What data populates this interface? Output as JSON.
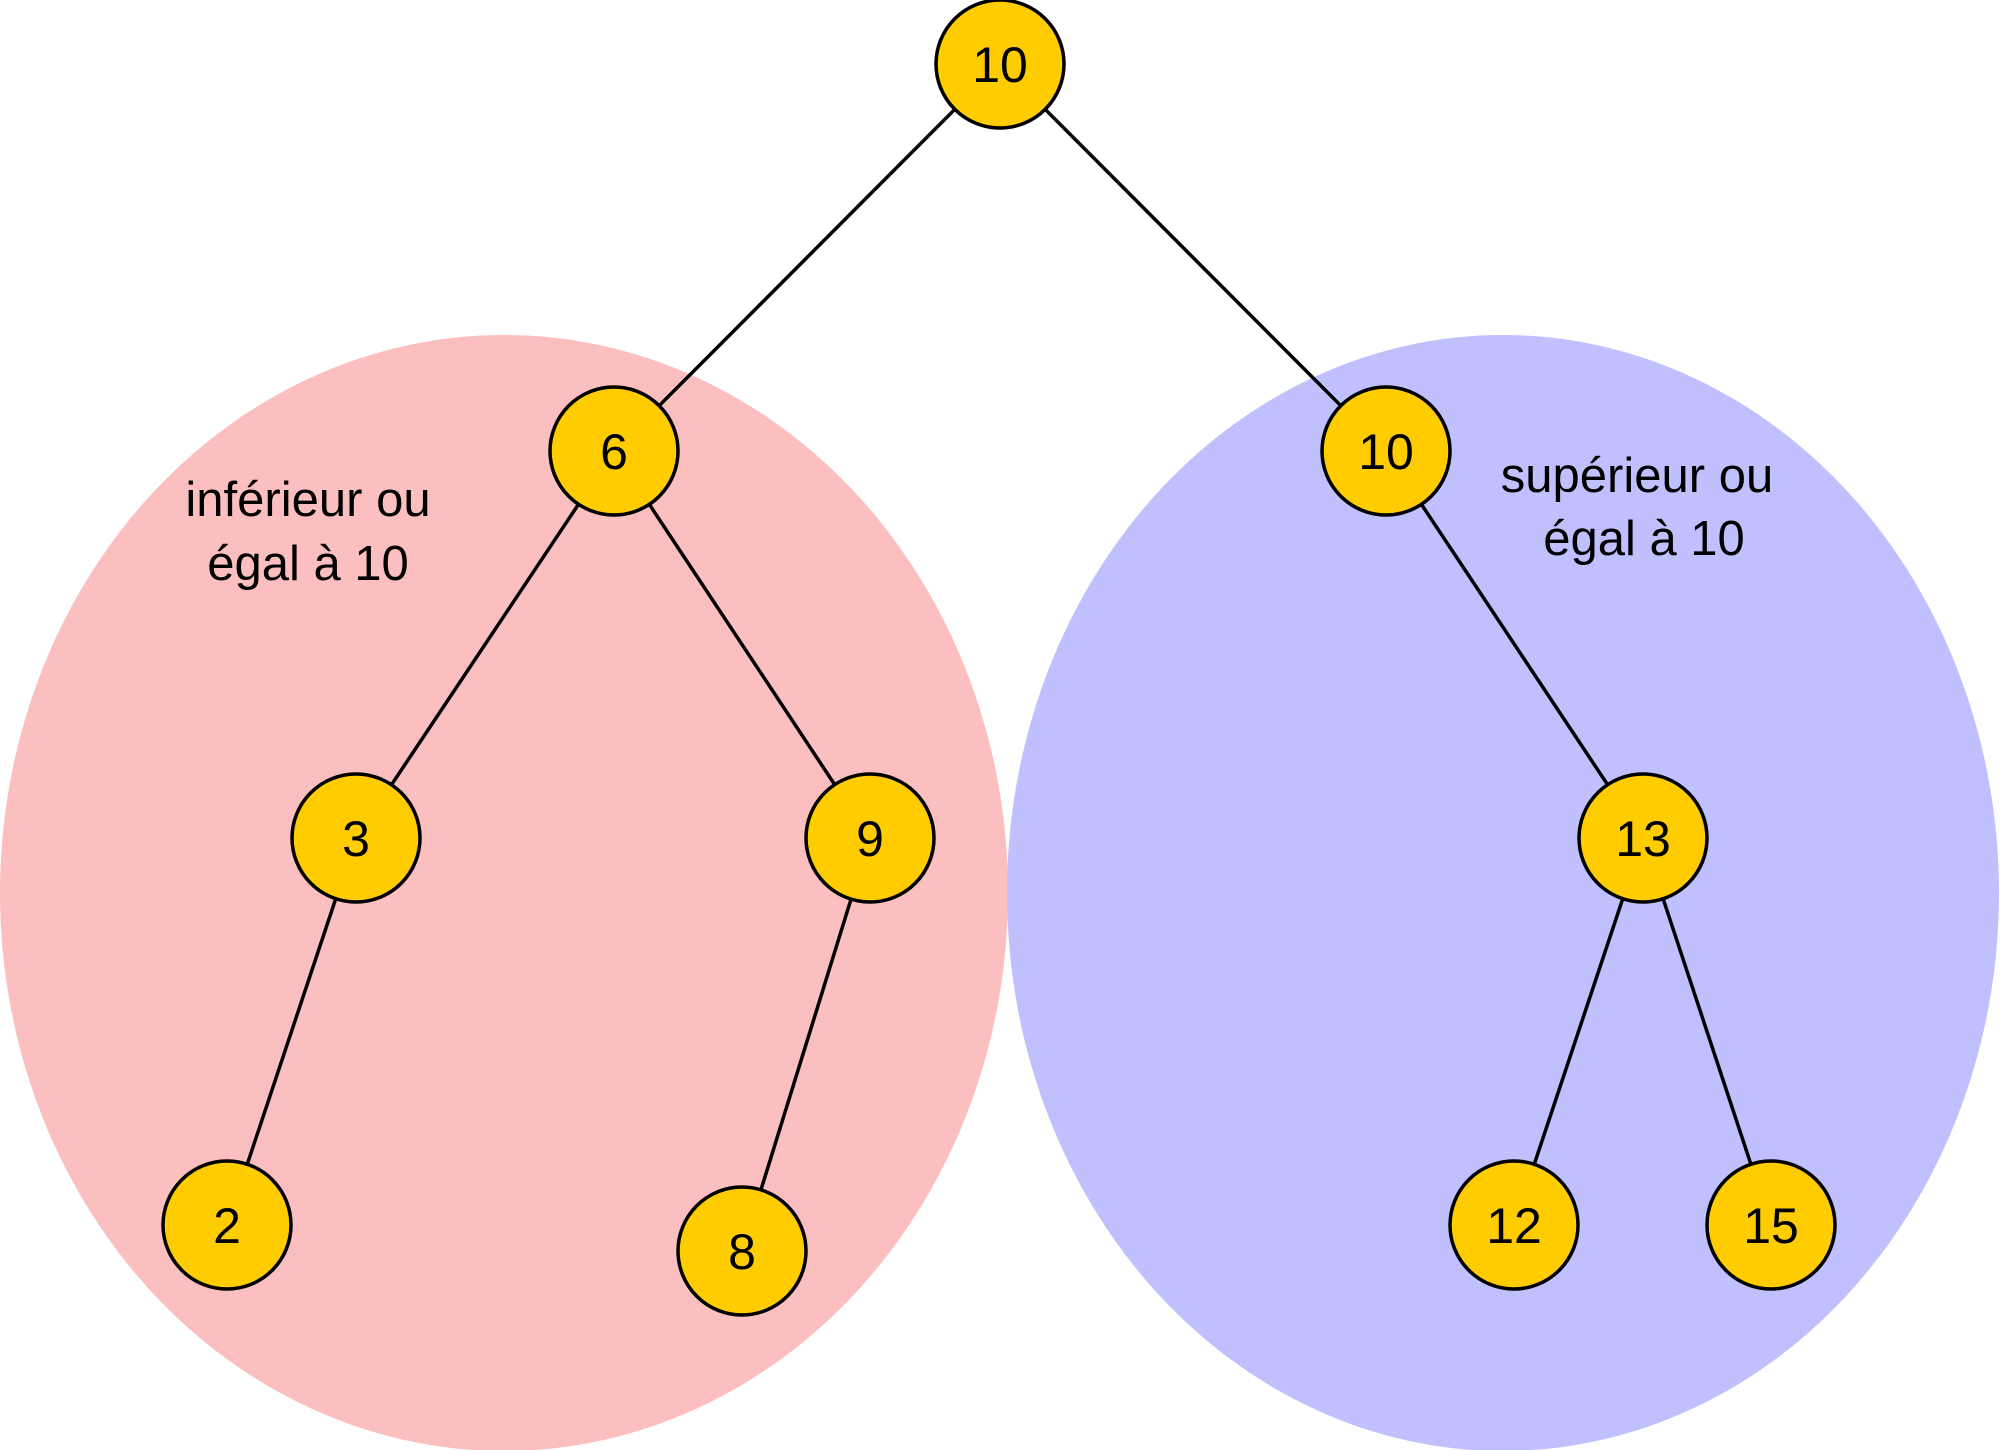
{
  "colors": {
    "left_region": "#fcbfbf",
    "right_region": "#c0c0fe",
    "node_fill": "#ffcc00",
    "stroke": "#000000"
  },
  "regions": [
    {
      "id": "left",
      "caption_lines": [
        "inférieur ou",
        "égal à 10"
      ]
    },
    {
      "id": "right",
      "caption_lines": [
        "supérieur ou",
        "égal à 10"
      ]
    }
  ],
  "nodes": [
    {
      "id": "root",
      "label": "10"
    },
    {
      "id": "n6",
      "label": "6"
    },
    {
      "id": "n10b",
      "label": "10"
    },
    {
      "id": "n3",
      "label": "3"
    },
    {
      "id": "n9",
      "label": "9"
    },
    {
      "id": "n13",
      "label": "13"
    },
    {
      "id": "n2",
      "label": "2"
    },
    {
      "id": "n8",
      "label": "8"
    },
    {
      "id": "n12",
      "label": "12"
    },
    {
      "id": "n15",
      "label": "15"
    }
  ],
  "edges": [
    [
      "root",
      "n6"
    ],
    [
      "root",
      "n10b"
    ],
    [
      "n6",
      "n3"
    ],
    [
      "n6",
      "n9"
    ],
    [
      "n3",
      "n2"
    ],
    [
      "n9",
      "n8"
    ],
    [
      "n10b",
      "n13"
    ],
    [
      "n13",
      "n12"
    ],
    [
      "n13",
      "n15"
    ]
  ]
}
